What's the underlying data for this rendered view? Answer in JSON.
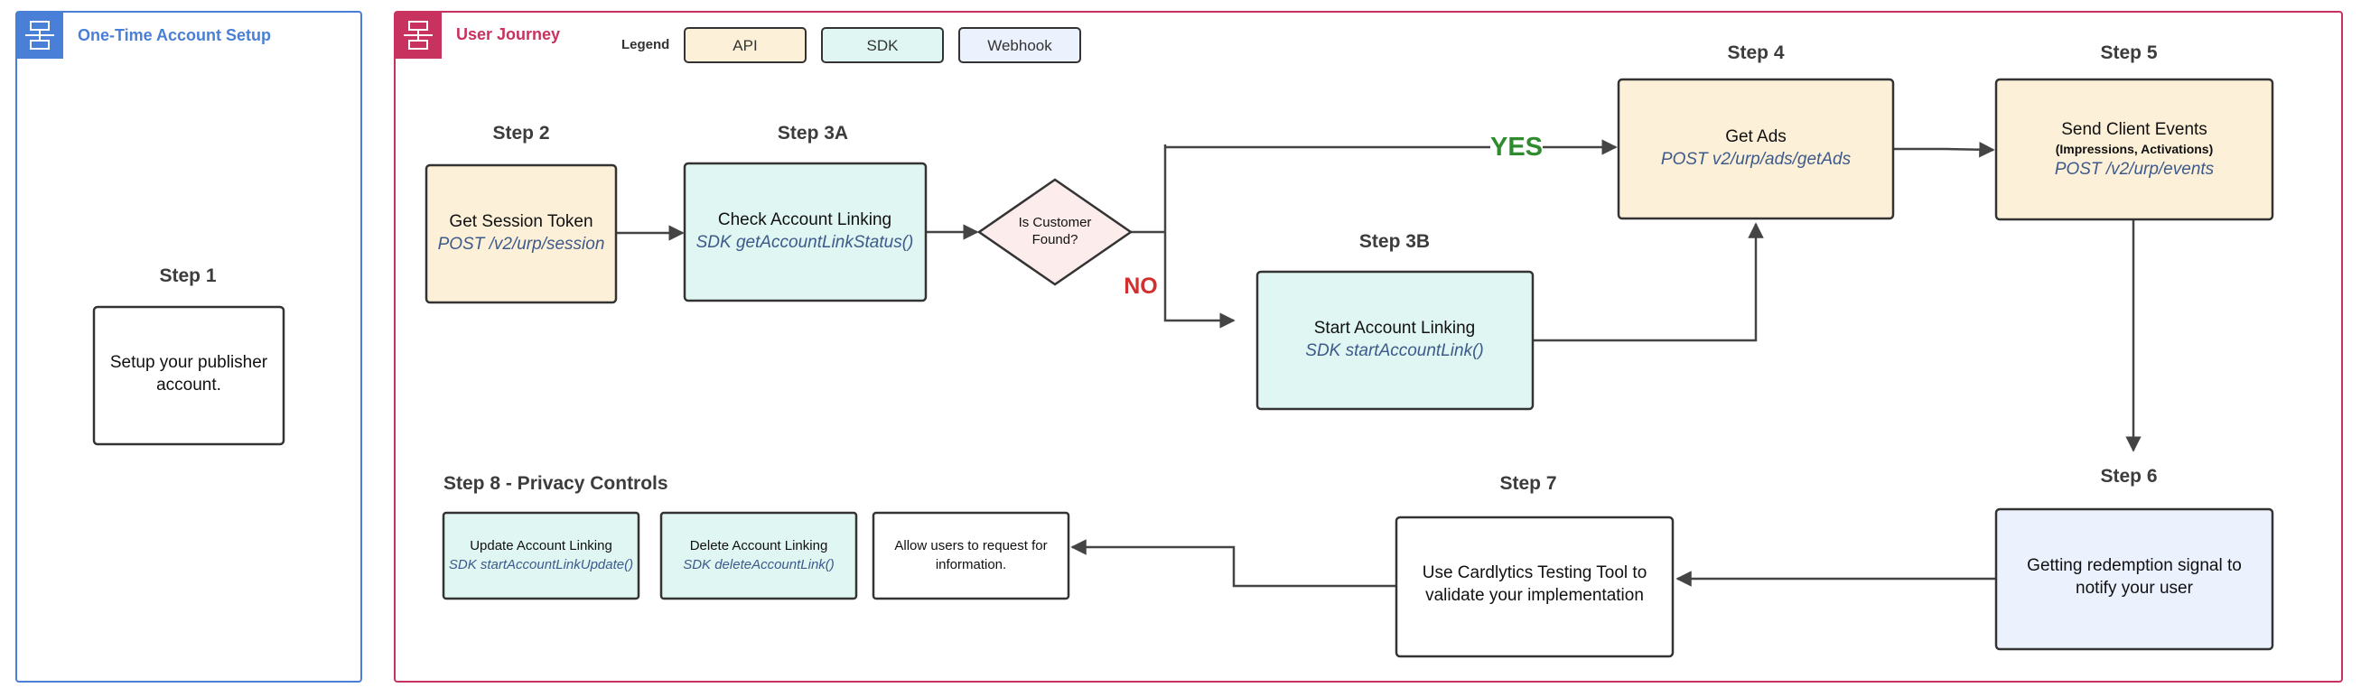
{
  "colors": {
    "api": "#fdf0d8",
    "sdk": "#dff6f2",
    "webhook": "#ebf1fd",
    "white": "#ffffff",
    "decision": "#fdecec",
    "left_frame": "#4a7fd8",
    "right_frame": "#c8325e",
    "yes": "#2e8b2e",
    "no": "#d03030"
  },
  "left_frame": {
    "title": "One-Time Account Setup",
    "icon": "flowchart-icon",
    "step1": {
      "title": "Step 1",
      "line1": "Setup your publisher",
      "line2": "account."
    }
  },
  "right_frame": {
    "title": "User Journey",
    "icon": "flowchart-icon"
  },
  "legend": {
    "label": "Legend",
    "items": [
      "API",
      "SDK",
      "Webhook"
    ]
  },
  "steps": {
    "step2": {
      "title": "Step 2",
      "name": "Get Session Token",
      "call": "POST /v2/urp/session"
    },
    "step3a": {
      "title": "Step 3A",
      "name": "Check Account Linking",
      "call": "SDK getAccountLinkStatus()"
    },
    "decision": {
      "line1": "Is Customer",
      "line2": "Found?",
      "yes": "YES",
      "no": "NO"
    },
    "step3b": {
      "title": "Step 3B",
      "name": "Start Account Linking",
      "call": "SDK startAccountLink()"
    },
    "step4": {
      "title": "Step 4",
      "name": "Get Ads",
      "call": "POST v2/urp/ads/getAds"
    },
    "step5": {
      "title": "Step 5",
      "name": "Send Client Events",
      "detail": "(Impressions, Activations)",
      "call": "POST /v2/urp/events"
    },
    "step6": {
      "title": "Step 6",
      "line1": "Getting redemption signal to",
      "line2": "notify your user"
    },
    "step7": {
      "title": "Step 7",
      "line1": "Use Cardlytics Testing Tool to",
      "line2": "validate your implementation"
    },
    "step8": {
      "title": "Step 8 - Privacy Controls",
      "update": {
        "name": "Update Account Linking",
        "call": "SDK startAccountLinkUpdate()"
      },
      "delete": {
        "name": "Delete Account Linking",
        "call": "SDK deleteAccountLink()"
      },
      "request": {
        "line1": "Allow users to request for",
        "line2": "information."
      }
    }
  }
}
